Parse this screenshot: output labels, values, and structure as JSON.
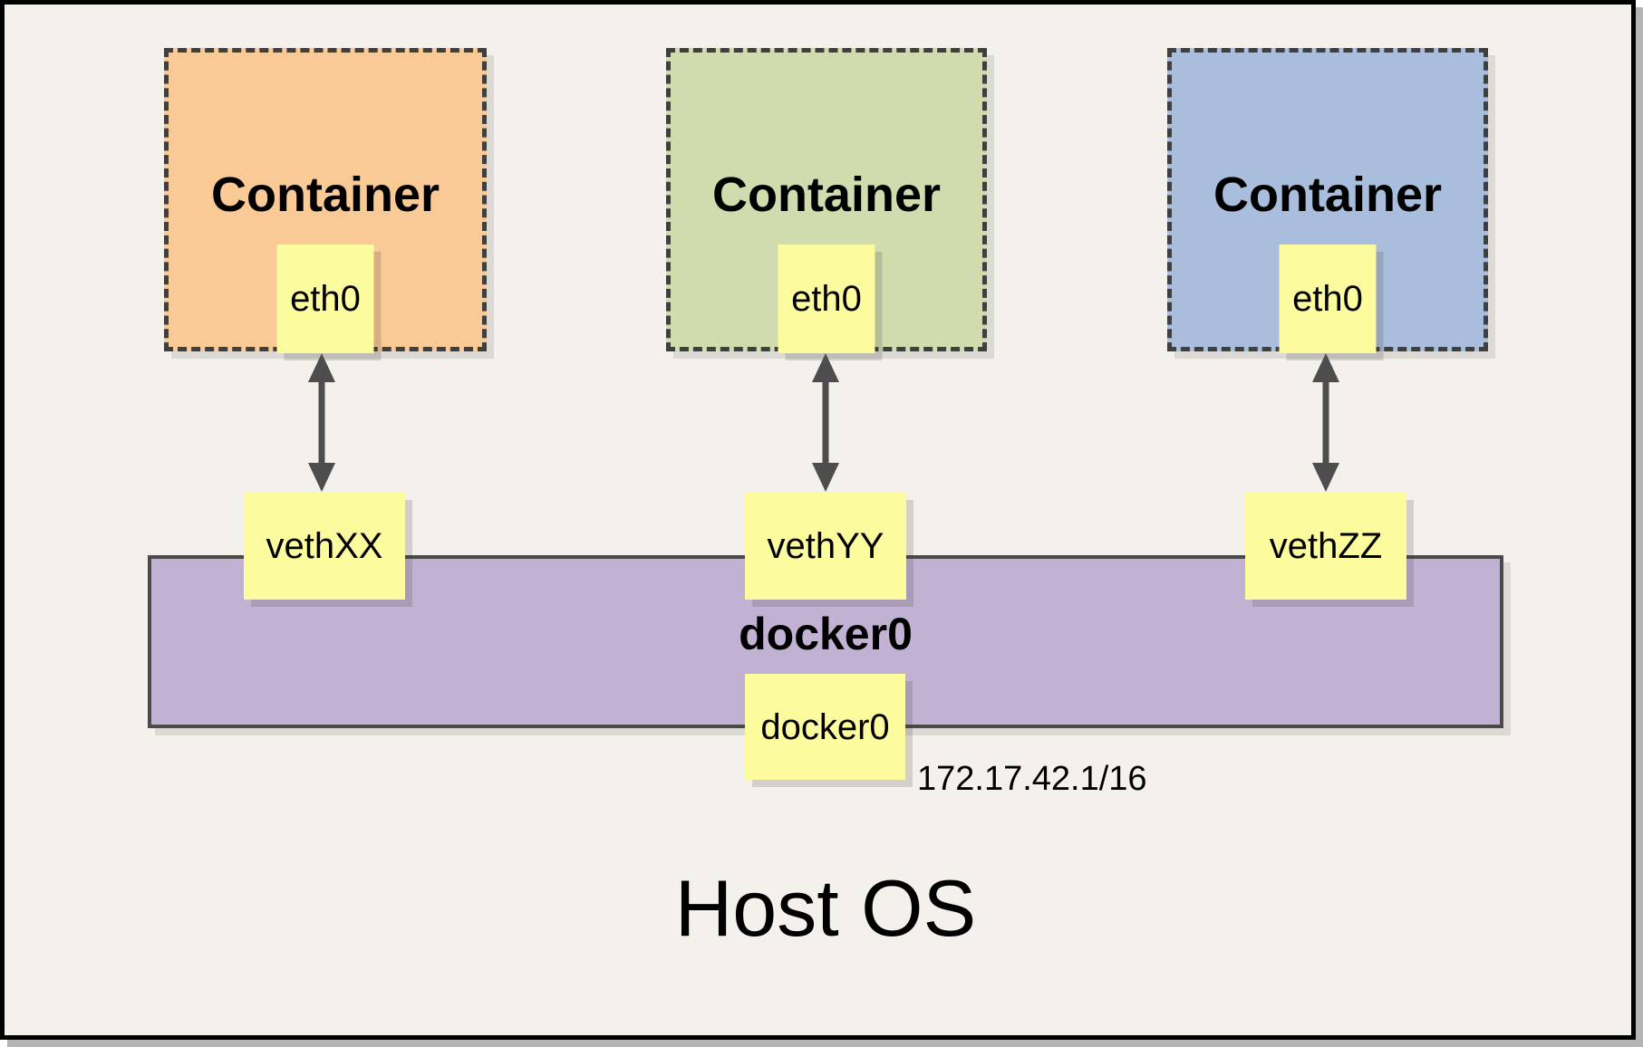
{
  "containers": [
    {
      "label": "Container",
      "interface": "eth0",
      "veth": "vethXX",
      "color": "#f9c996"
    },
    {
      "label": "Container",
      "interface": "eth0",
      "veth": "vethYY",
      "color": "#d0dcae"
    },
    {
      "label": "Container",
      "interface": "eth0",
      "veth": "vethZZ",
      "color": "#a9bedc"
    }
  ],
  "bridge": {
    "label": "docker0",
    "interface": "docker0",
    "ip": "172.17.42.1/16",
    "color": "#c1b2d3"
  },
  "host": {
    "label": "Host OS"
  },
  "colors": {
    "background": "#f4f1ec",
    "yellow_box": "#fcfc9e",
    "dashed_border": "#3f3f3f",
    "arrow": "#4d4d4d",
    "outer_shadow": "#b4b4b4"
  }
}
